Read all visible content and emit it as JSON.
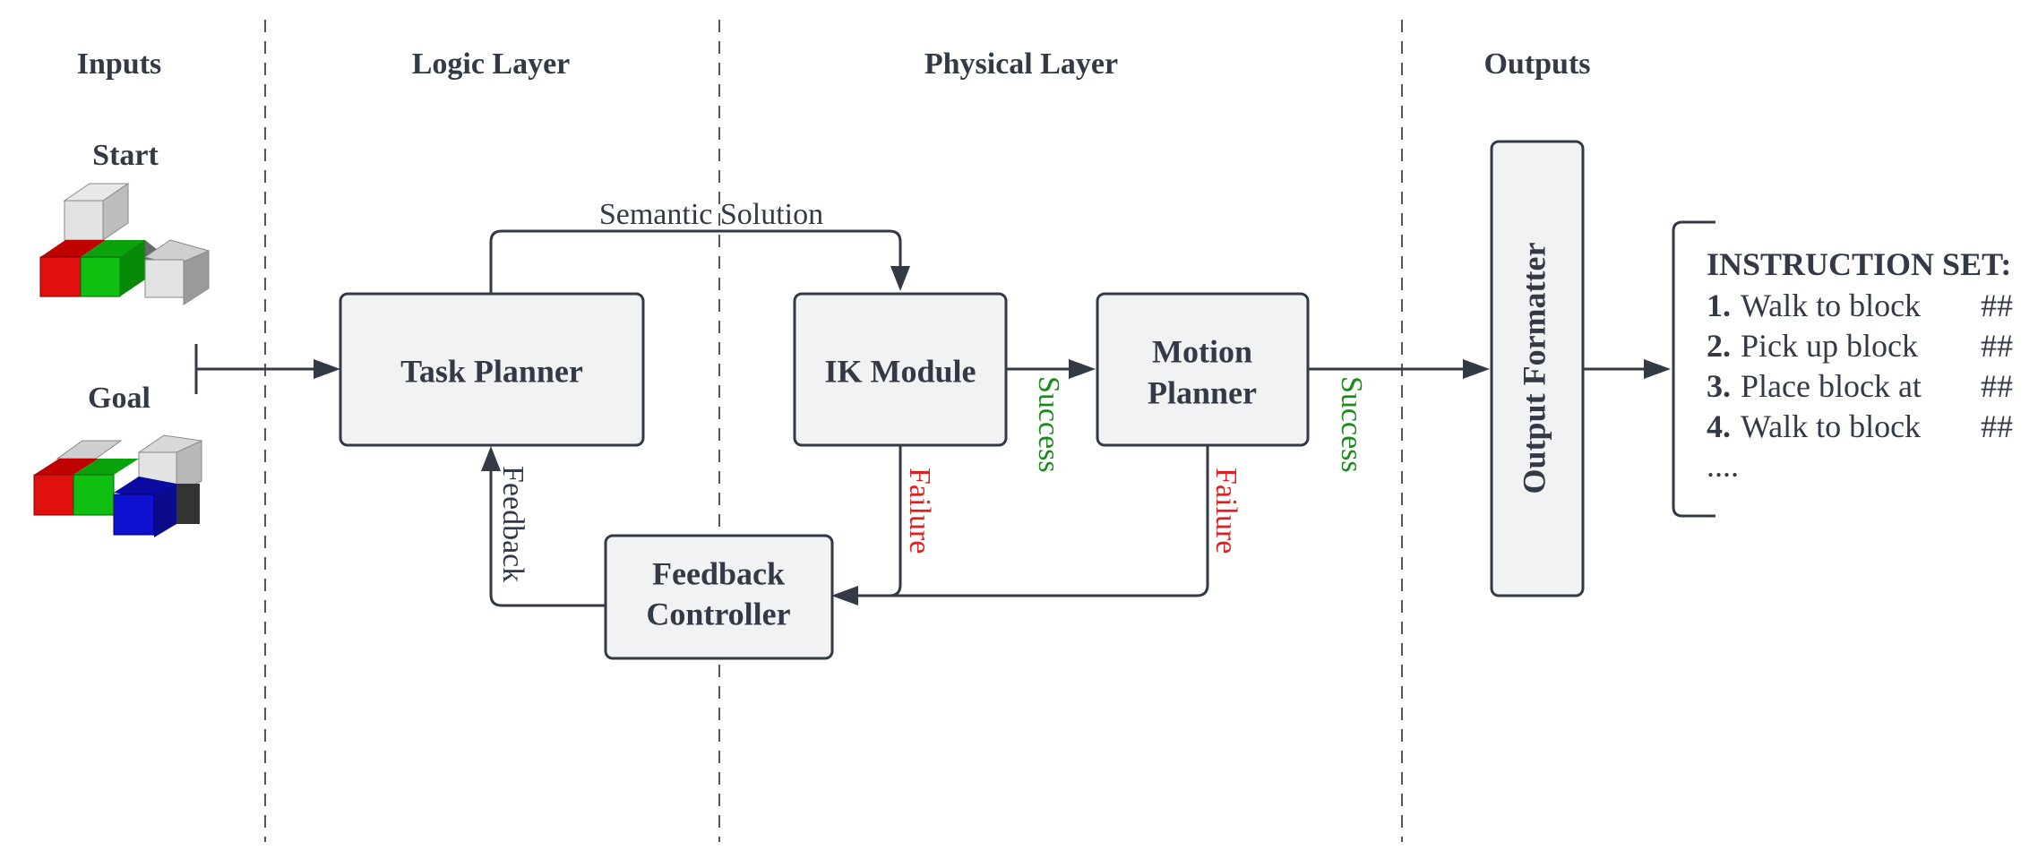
{
  "lanes": {
    "inputs": "Inputs",
    "logic": "Logic Layer",
    "physical": "Physical Layer",
    "outputs": "Outputs"
  },
  "inputs": {
    "start_label": "Start",
    "goal_label": "Goal"
  },
  "nodes": {
    "task_planner": "Task Planner",
    "ik_module": "IK Module",
    "motion_planner_line1": "Motion",
    "motion_planner_line2": "Planner",
    "feedback_controller_line1": "Feedback",
    "feedback_controller_line2": "Controller",
    "output_formatter": "Output Formatter"
  },
  "edges": {
    "semantic_solution": "Semantic Solution",
    "feedback": "Feedback",
    "ik_success": "Success",
    "motion_success": "Success",
    "ik_failure": "Failure",
    "motion_failure": "Failure"
  },
  "colors": {
    "success": "#1a8a1a",
    "failure": "#e02020",
    "block_red": "#e01010",
    "block_green": "#10c010",
    "block_blue": "#1010d0",
    "block_grey": "#dddddd",
    "block_dark": "#555555"
  },
  "instruction_set": {
    "title": "INSTRUCTION SET:",
    "items": [
      {
        "num": "1.",
        "text": "Walk to block",
        "suffix": "##"
      },
      {
        "num": "2.",
        "text": "Pick up block",
        "suffix": "##"
      },
      {
        "num": "3.",
        "text": "Place block at",
        "suffix": "##"
      },
      {
        "num": "4.",
        "text": "Walk to block",
        "suffix": "##"
      }
    ],
    "ellipsis": "...."
  }
}
